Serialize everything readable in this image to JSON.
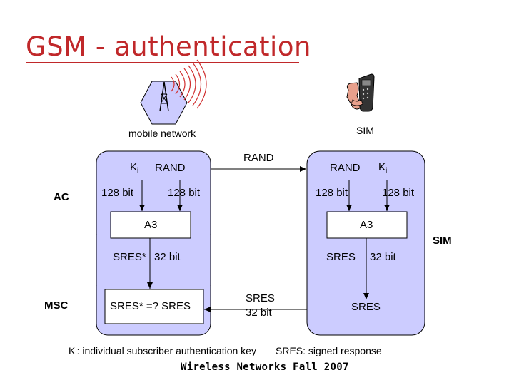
{
  "title": "GSM - authentication",
  "network": {
    "label": "mobile network",
    "ac_label": "AC",
    "msc_label": "MSC",
    "ki_main": "K",
    "ki_sub": "i",
    "rand_label": "RAND",
    "ki_bits": "128 bit",
    "rand_bits": "128 bit",
    "a3_label": "A3",
    "sres_star": "SRES*",
    "sres_star_bits": "32 bit",
    "compare_label": "SRES* =? SRES"
  },
  "transmission": {
    "rand_label": "RAND",
    "sres_label": "SRES",
    "sres_bits": "32 bit"
  },
  "sim": {
    "label": "SIM",
    "box_label": "SIM",
    "rand_label": "RAND",
    "ki_main": "K",
    "ki_sub": "i",
    "rand_bits": "128 bit",
    "ki_bits": "128 bit",
    "a3_label": "A3",
    "sres_label": "SRES",
    "sres_bits": "32 bit",
    "sres_out": "SRES"
  },
  "legend": {
    "ki_main": "K",
    "ki_sub": "i",
    "ki_text": ": individual subscriber authentication key",
    "sres_text": "SRES: signed response"
  },
  "footer": "Wireless Networks Fall 2007",
  "colors": {
    "title": "#c0282a",
    "box_fill": "#ccccff",
    "stroke": "#000000",
    "radio_waves": "#d03030"
  },
  "icons": [
    "antenna-tower-icon",
    "radio-waves-icon",
    "mobile-phone-icon"
  ]
}
